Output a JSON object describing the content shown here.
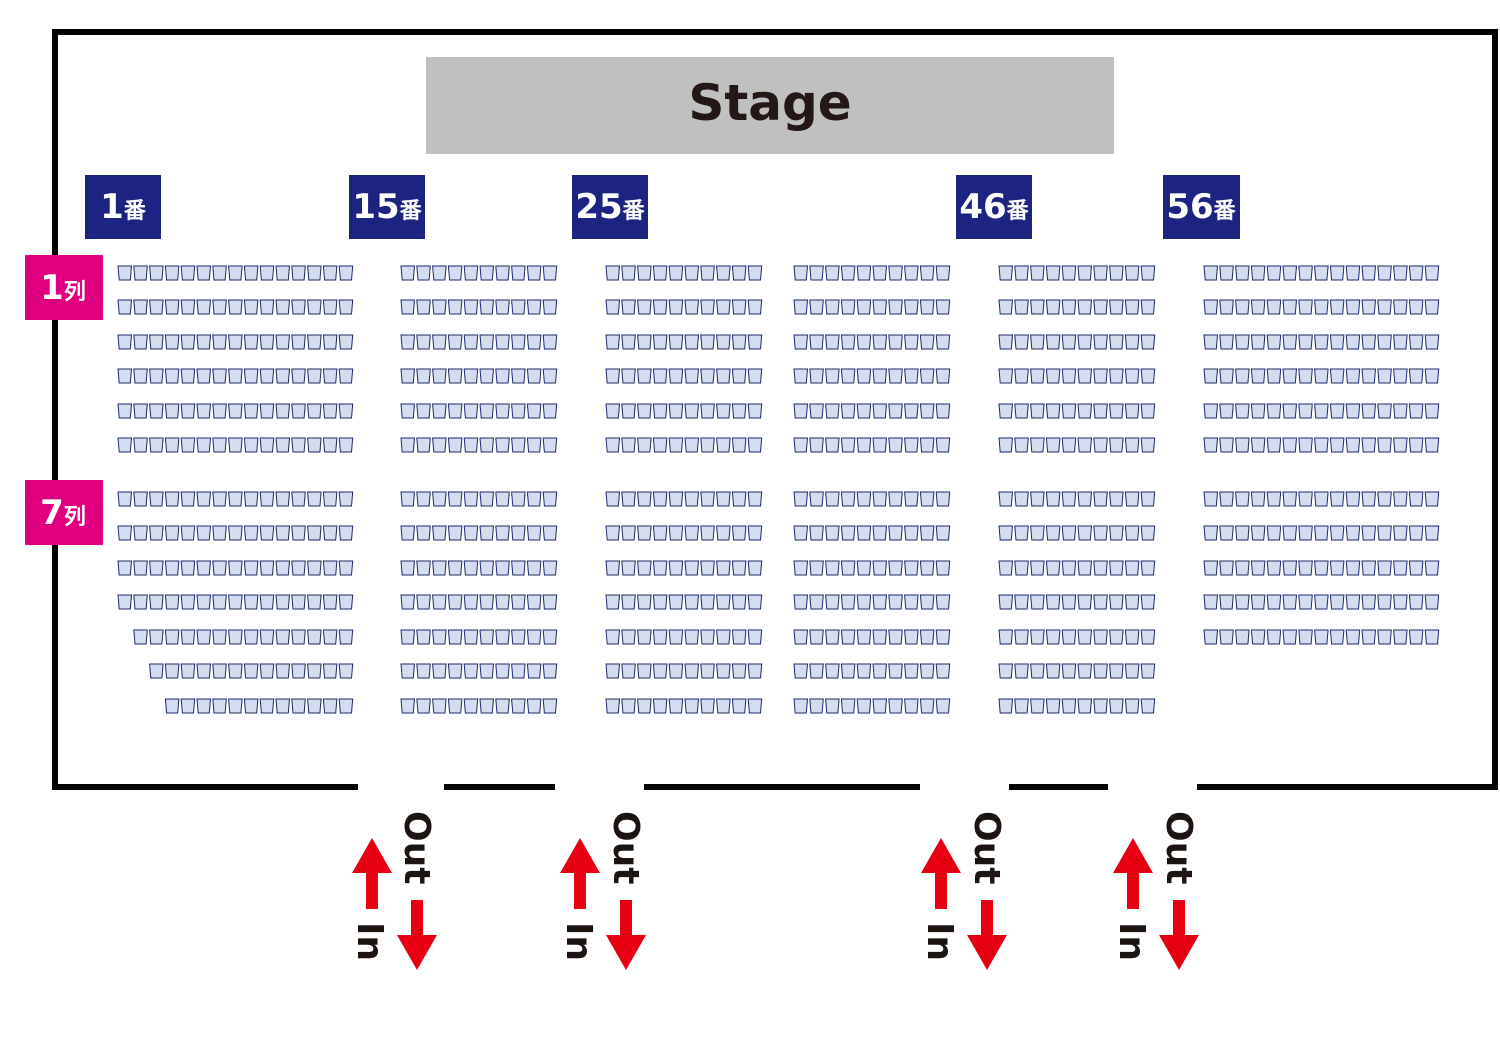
{
  "stage": {
    "label": "Stage"
  },
  "seat_number_markers": [
    {
      "num": "1",
      "suffix": "番"
    },
    {
      "num": "15",
      "suffix": "番"
    },
    {
      "num": "25",
      "suffix": "番"
    },
    {
      "num": "46",
      "suffix": "番"
    },
    {
      "num": "56",
      "suffix": "番"
    }
  ],
  "row_markers": [
    {
      "num": "1",
      "suffix": "列"
    },
    {
      "num": "7",
      "suffix": "列"
    }
  ],
  "doors": [
    {
      "out_label": "Out",
      "in_label": "In"
    },
    {
      "out_label": "Out",
      "in_label": "In"
    },
    {
      "out_label": "Out",
      "in_label": "In"
    },
    {
      "out_label": "Out",
      "in_label": "In"
    }
  ],
  "blocks": [
    {
      "seats_per_row": [
        15,
        15,
        15,
        15,
        15,
        15,
        15,
        15,
        15,
        15,
        14,
        13,
        12
      ],
      "align": "right"
    },
    {
      "seats_per_row": [
        10,
        10,
        10,
        10,
        10,
        10,
        10,
        10,
        10,
        10,
        10,
        10,
        10
      ],
      "align": "right"
    },
    {
      "seats_per_row": [
        10,
        10,
        10,
        10,
        10,
        10,
        10,
        10,
        10,
        10,
        10,
        10,
        10
      ],
      "align": "right"
    },
    {
      "seats_per_row": [
        10,
        10,
        10,
        10,
        10,
        10,
        10,
        10,
        10,
        10,
        10,
        10,
        10
      ],
      "align": "right"
    },
    {
      "seats_per_row": [
        10,
        10,
        10,
        10,
        10,
        10,
        10,
        10,
        10,
        10,
        10,
        10,
        10
      ],
      "align": "right"
    },
    {
      "seats_per_row": [
        15,
        15,
        15,
        15,
        15,
        15,
        15,
        15,
        15,
        15,
        15
      ],
      "align": "right"
    }
  ],
  "colors": {
    "stage_fill": "#c0c0c0",
    "stage_text": "#231815",
    "seat_marker_fill": "#1d2380",
    "row_marker_fill": "#e0007f",
    "seat_fill": "#d4dcef",
    "seat_stroke": "#1f2a6a",
    "wall": "#000000",
    "arrow": "#e60012"
  }
}
